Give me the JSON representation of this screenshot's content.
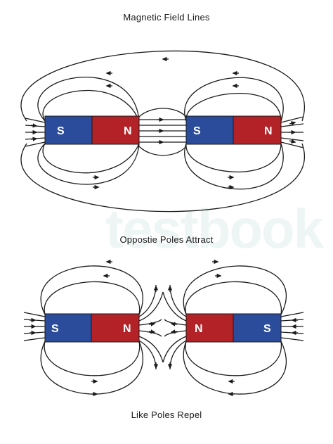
{
  "captions": {
    "title": "Magnetic Field Lines",
    "attract": "Oppostie Poles Attract",
    "repel": "Like Poles Repel"
  },
  "watermark": "testbook",
  "colors": {
    "south": "#2a4c9a",
    "north": "#b22226",
    "line": "#1a1a1a"
  },
  "attract": {
    "magnet_left": {
      "pole_1": "S",
      "pole_2": "N"
    },
    "magnet_right": {
      "pole_1": "S",
      "pole_2": "N"
    }
  },
  "repel": {
    "magnet_left": {
      "pole_1": "S",
      "pole_2": "N"
    },
    "magnet_right": {
      "pole_1": "N",
      "pole_2": "S"
    }
  }
}
